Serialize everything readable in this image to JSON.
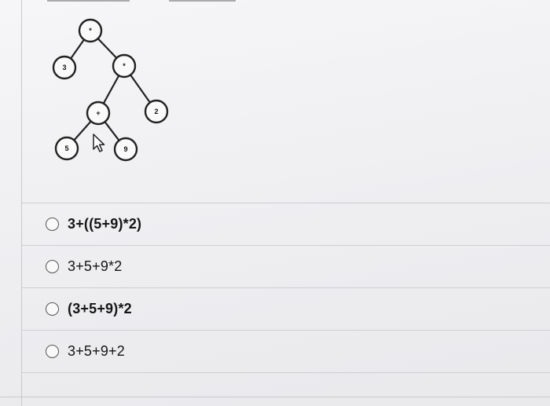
{
  "tree": {
    "nodes": [
      {
        "id": "root",
        "label": "*"
      },
      {
        "id": "n3",
        "label": "3"
      },
      {
        "id": "mul",
        "label": "*"
      },
      {
        "id": "plus",
        "label": "+"
      },
      {
        "id": "n2",
        "label": "2"
      },
      {
        "id": "n5",
        "label": "5"
      },
      {
        "id": "n9",
        "label": "9"
      }
    ]
  },
  "question": {
    "options": [
      {
        "label": "3+((5+9)*2)",
        "selected": false
      },
      {
        "label": "3+5+9*2",
        "selected": false
      },
      {
        "label": "(3+5+9)*2",
        "selected": false
      },
      {
        "label": "3+5+9+2",
        "selected": false
      }
    ]
  }
}
